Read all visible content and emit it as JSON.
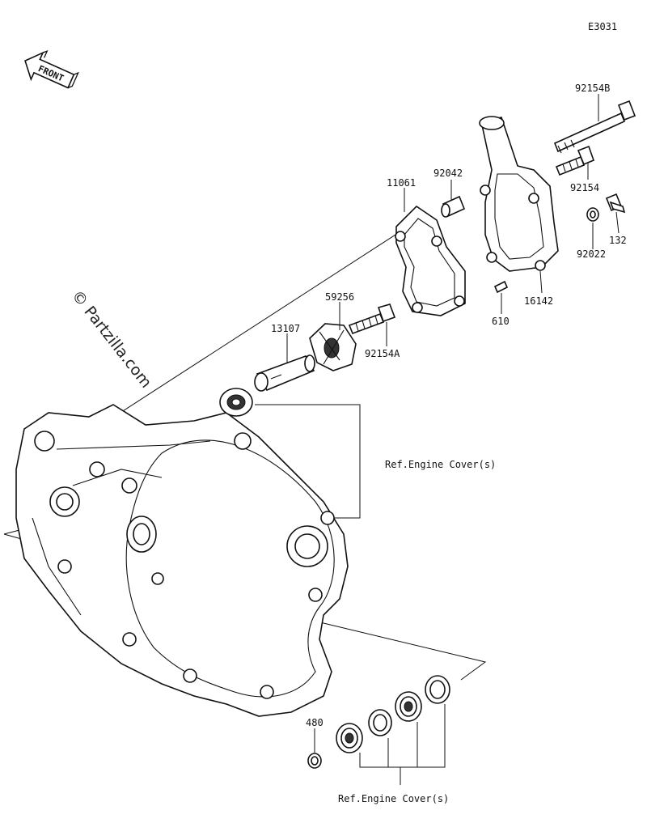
{
  "diagram_code": "E3031",
  "front_label": "FRONT",
  "watermark": "© Partzilla.com",
  "ref_label_1": "Ref.Engine Cover(s)",
  "ref_label_2": "Ref.Engine Cover(s)",
  "parts": [
    {
      "id": "92154B",
      "label": "92154B"
    },
    {
      "id": "92042",
      "label": "92042"
    },
    {
      "id": "11061",
      "label": "11061"
    },
    {
      "id": "92154",
      "label": "92154"
    },
    {
      "id": "132",
      "label": "132"
    },
    {
      "id": "92022",
      "label": "92022"
    },
    {
      "id": "16142",
      "label": "16142"
    },
    {
      "id": "610",
      "label": "610"
    },
    {
      "id": "59256",
      "label": "59256"
    },
    {
      "id": "13107",
      "label": "13107"
    },
    {
      "id": "92154A",
      "label": "92154A"
    },
    {
      "id": "480",
      "label": "480"
    }
  ]
}
